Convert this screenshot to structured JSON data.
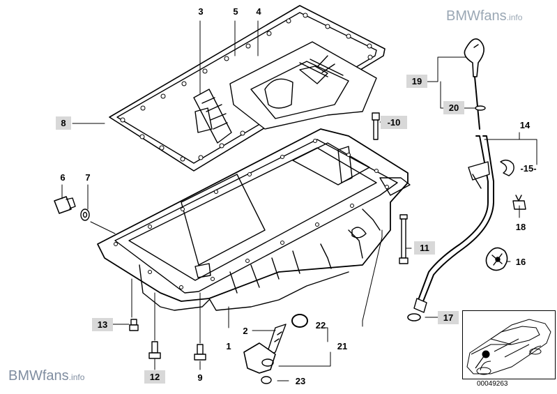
{
  "watermark": {
    "brand_main": "BMWfans",
    "brand_suffix": ".info"
  },
  "diagram_id": "00049263",
  "callouts": {
    "c1": "1",
    "c2": "2",
    "c3": "3",
    "c4": "4",
    "c5": "5",
    "c6": "6",
    "c7": "7",
    "c8": "8",
    "c9": "9",
    "c10": "-10",
    "c11": "11",
    "c12": "12",
    "c13": "13",
    "c14": "14",
    "c15": "-15-",
    "c16": "16",
    "c17": "17",
    "c18": "18",
    "c19": "19",
    "c20": "20",
    "c21": "21",
    "c22": "22",
    "c23": "23"
  },
  "colors": {
    "line": "#000000",
    "label_box": "#d8d8d8",
    "watermark": "#8090a4"
  }
}
